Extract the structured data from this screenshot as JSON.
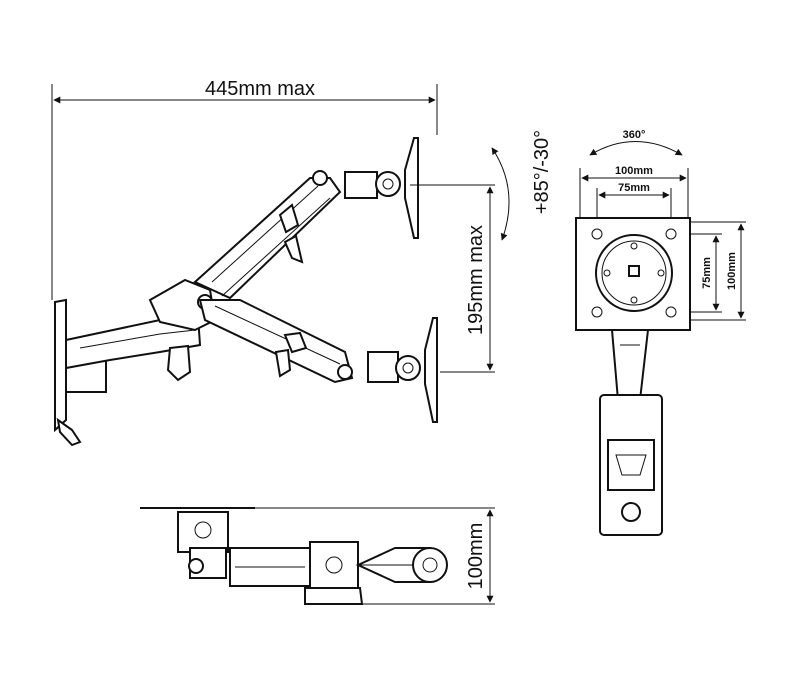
{
  "dimensions": {
    "reach": "445mm max",
    "height_adjust": "195mm max",
    "tilt": "+85°/-30°",
    "rotation": "360°",
    "vesa_large_h": "100mm",
    "vesa_small_h": "75mm",
    "vesa_small_v": "75mm",
    "vesa_large_v": "100mm",
    "profile_depth": "100mm"
  }
}
